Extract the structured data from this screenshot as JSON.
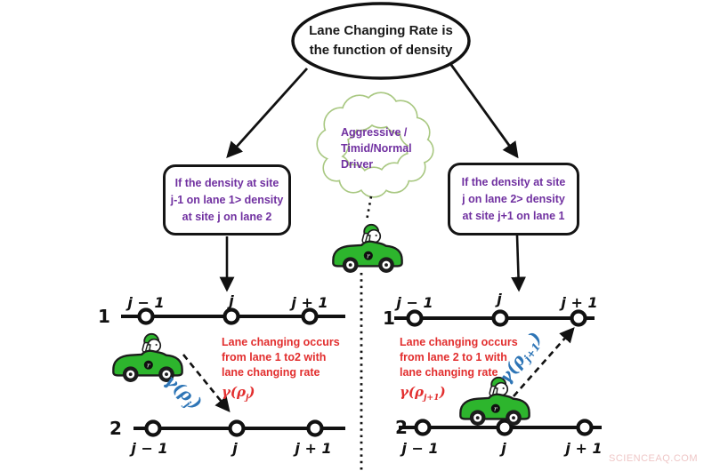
{
  "ellipse": {
    "line1": "Lane Changing Rate is",
    "line2": "the function of density"
  },
  "cloud": {
    "lines": [
      "Aggressive /",
      "Timid/Normal",
      "Driver"
    ]
  },
  "left_box": {
    "lines": [
      "If the density at site",
      "j-1 on lane 1> density",
      "at site j on lane 2"
    ]
  },
  "right_box": {
    "lines": [
      "If the density at site",
      "j on lane 2> density",
      "at site j+1 on lane 1"
    ]
  },
  "left_diagram": {
    "lane1_number": "1",
    "lane2_number": "2",
    "lane1_sites": [
      "j − 1",
      "j",
      "j + 1"
    ],
    "lane2_sites": [
      "j − 1",
      "j",
      "j + 1"
    ],
    "note_lines": [
      "Lane changing occurs",
      "from lane 1 to2 with",
      "lane changing rate"
    ],
    "note_formula": {
      "base": "γ(ρ",
      "sub": "j",
      "close": ")"
    },
    "rate_label": {
      "base": "γ(ρ",
      "sub": "j",
      "close": ")"
    }
  },
  "right_diagram": {
    "lane1_number": "1",
    "lane2_number": "2",
    "lane1_sites": [
      "j − 1",
      "j",
      "j + 1"
    ],
    "lane2_sites": [
      "j − 1",
      "j",
      "j + 1"
    ],
    "note_lines": [
      "Lane changing occurs",
      "from lane 2 to 1 with",
      "lane changing rate"
    ],
    "note_formula": {
      "base": "γ(ρ",
      "sub": "j+1",
      "close": ")"
    },
    "rate_label": {
      "base": "γ(ρ",
      "sub": "j+1",
      "close": ")"
    }
  },
  "watermark": "SCIENCEAQ.COM",
  "icons": {
    "car": "green-cartoon-car-with-driver",
    "cloud": "thought-cloud",
    "ellipse": "concept-ellipse"
  },
  "colors": {
    "purple": "#7030A0",
    "red": "#E22E2E",
    "blue": "#2E75B6",
    "cloud_outline": "#A9C882",
    "car_green": "#2DB52D"
  }
}
